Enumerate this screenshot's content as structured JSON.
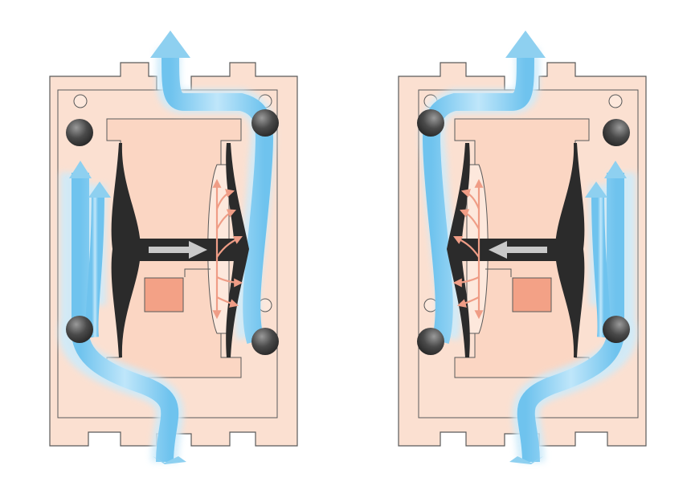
{
  "diagram": {
    "panels": [
      {
        "id": "left",
        "stroke_direction": "right"
      },
      {
        "id": "right",
        "stroke_direction": "left"
      }
    ],
    "colors": {
      "body_fill": "#fbe0d1",
      "body_stroke": "#5a5a5a",
      "fluid": "#8ed0f0",
      "fluid_glow": "#cdebfa",
      "ball": "#4a4a4a",
      "diaphragm": "#2b2b2b",
      "air": "#ef9d86",
      "air_block": "#f3a186",
      "shaft_arrow": "#c9c9c9"
    }
  }
}
